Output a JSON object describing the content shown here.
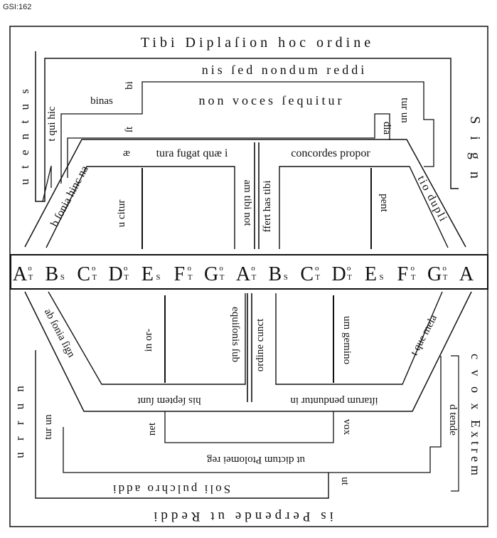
{
  "header": {
    "id_label": "GSI:162"
  },
  "notes": {
    "items": [
      {
        "main": "A",
        "sup": "o",
        "sub": "T"
      },
      {
        "main": "B",
        "sup": "",
        "sub": "S"
      },
      {
        "main": "C",
        "sup": "o",
        "sub": "T"
      },
      {
        "main": "D",
        "sup": "o",
        "sub": "T"
      },
      {
        "main": "E",
        "sup": "",
        "sub": "S"
      },
      {
        "main": "F",
        "sup": "o",
        "sub": "T"
      },
      {
        "main": "G",
        "sup": "o",
        "sub": "T"
      },
      {
        "main": "A",
        "sup": "o",
        "sub": "T"
      },
      {
        "main": "B",
        "sup": "",
        "sub": "S"
      },
      {
        "main": "C",
        "sup": "o",
        "sub": "T"
      },
      {
        "main": "D",
        "sup": "o",
        "sub": "T"
      },
      {
        "main": "E",
        "sup": "",
        "sub": "S"
      },
      {
        "main": "F",
        "sup": "o",
        "sub": "T"
      },
      {
        "main": "G",
        "sup": "o",
        "sub": "T"
      },
      {
        "main": "A",
        "sup": "",
        "sub": ""
      }
    ]
  },
  "top_text": {
    "line1": "Tibi Diplaſion hoc ordine",
    "line2": "nis ſed nondum reddi",
    "binas": "binas",
    "bi": "bi",
    "line3": "non voces ſequitur",
    "tur_un_top": "tur un",
    "tqui_hic": "t qui hic",
    "st": "ſt",
    "dia": "dia",
    "ae": "æ",
    "tura_fugat": "tura fugat quæ i",
    "concordes": "concordes propor",
    "utentus": "u t e n t u s",
    "signi": "S i g n",
    "bfonia": "b ſonia hinc na",
    "u_citur": "u citur",
    "am_tibi_not": "am tibi not",
    "ffert_has": "ffert has tibi",
    "pent": "pent",
    "tio_dupli": "tio dupli"
  },
  "bottom_text": {
    "ab_fonia": "ab ſonia ſign",
    "in_or": "in or-",
    "equisonis": "equiſonis ſub",
    "ordine_cunct": "ordine cunct",
    "um_gemino": "um gemino",
    "t_que_mela": "t que mela",
    "his_septem": "his ſeptem ſunt",
    "istarum": "iſtarum penduntur in",
    "net": "net",
    "vox": "vox",
    "d_tende": "d tende",
    "ut_dictum": "ut dictum Ptolomei reg",
    "tur_un_bottom": "tur un",
    "soli_pulchro": "Soli pulchro addi",
    "ut_small": "ut",
    "urrun": "u r r u n",
    "cvox_extrem": "c v o x Extrem",
    "perpende": "is Perpende ut Reddi"
  }
}
